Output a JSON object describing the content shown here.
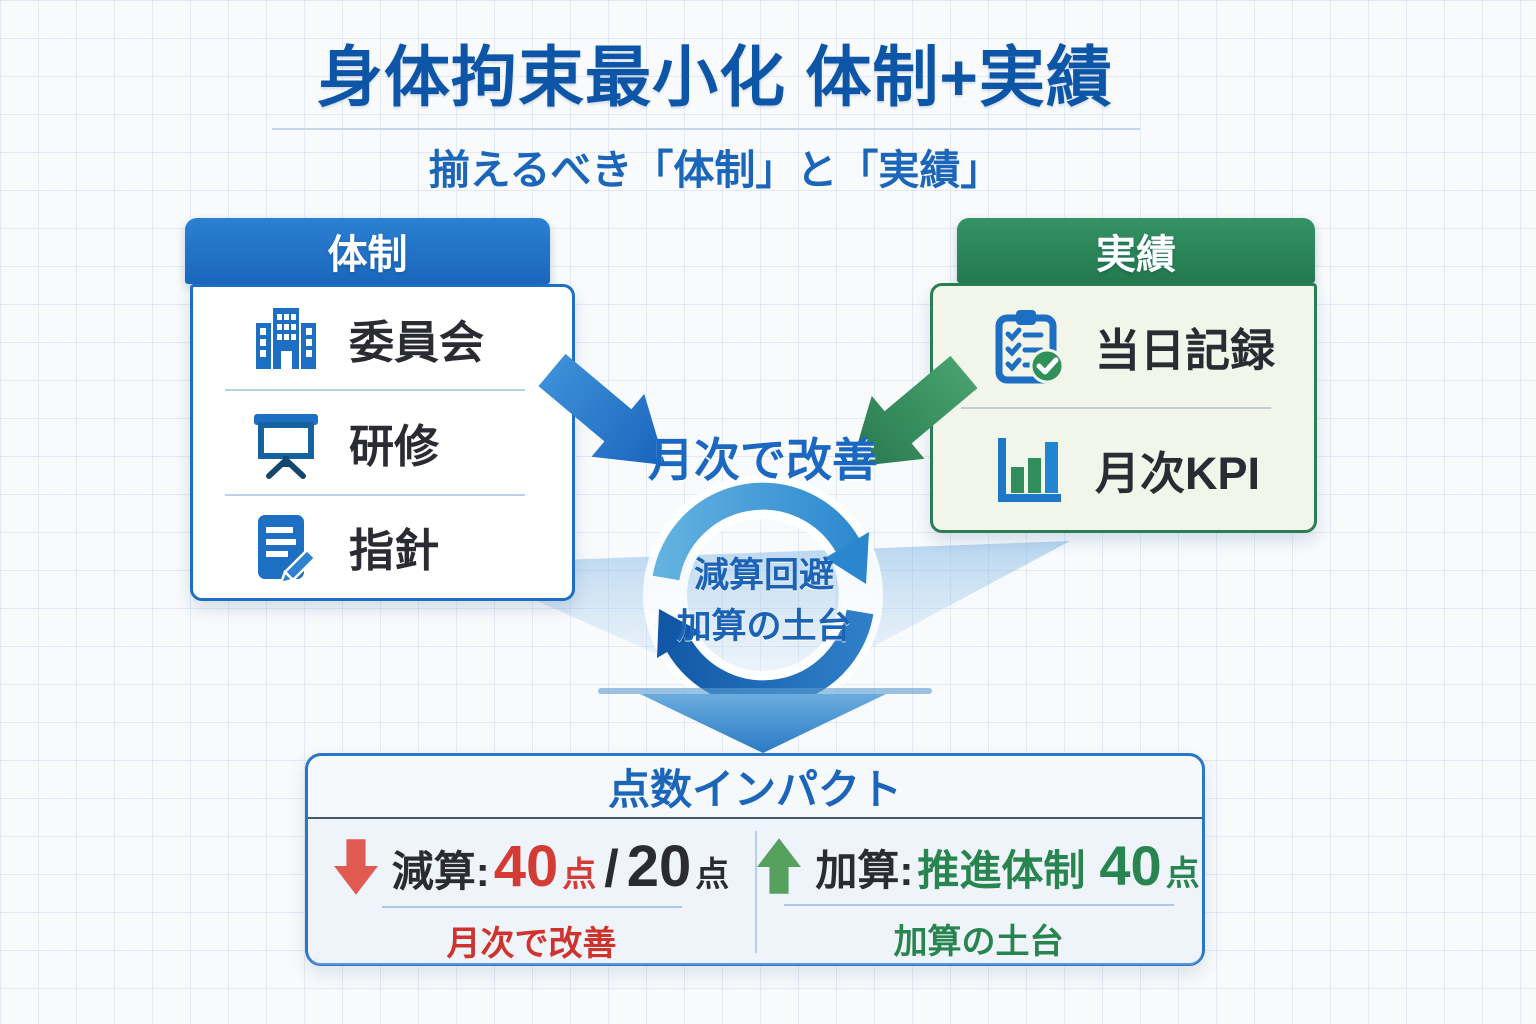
{
  "header": {
    "title": "身体拘束最小化 体制+実績",
    "subtitle": "揃えるべき「体制」と「実績」"
  },
  "structure_card": {
    "header_label": "体制",
    "items": [
      {
        "icon": "building-icon",
        "label": "委員会"
      },
      {
        "icon": "training-screen-icon",
        "label": "研修"
      },
      {
        "icon": "document-pencil-icon",
        "label": "指針"
      }
    ]
  },
  "results_card": {
    "header_label": "実績",
    "items": [
      {
        "icon": "clipboard-check-icon",
        "label": "当日記録"
      },
      {
        "icon": "bar-chart-icon",
        "label": "月次KPI"
      }
    ]
  },
  "center": {
    "improvement_label": "月次で改善",
    "cycle_line1": "減算回避",
    "cycle_line2": "加算の土台"
  },
  "impact_card": {
    "title": "点数インパクト",
    "deduction": {
      "icon": "red-down-arrow-icon",
      "prefix": "減算:",
      "value_primary": "40",
      "unit_primary": "点",
      "separator": "/",
      "value_secondary": "20",
      "unit_secondary": "点",
      "caption": "月次で改善"
    },
    "addition": {
      "icon": "green-up-arrow-icon",
      "prefix": "加算:",
      "label": "推進体制",
      "value": "40",
      "unit": "点",
      "caption": "加算の土台"
    }
  },
  "colors": {
    "primary_blue": "#1d6fc4",
    "title_blue": "#0d55a6",
    "green": "#2e8b5f",
    "red": "#d43b35",
    "text_dark": "#2a2b33",
    "results_bg": "#f2f5e9"
  }
}
